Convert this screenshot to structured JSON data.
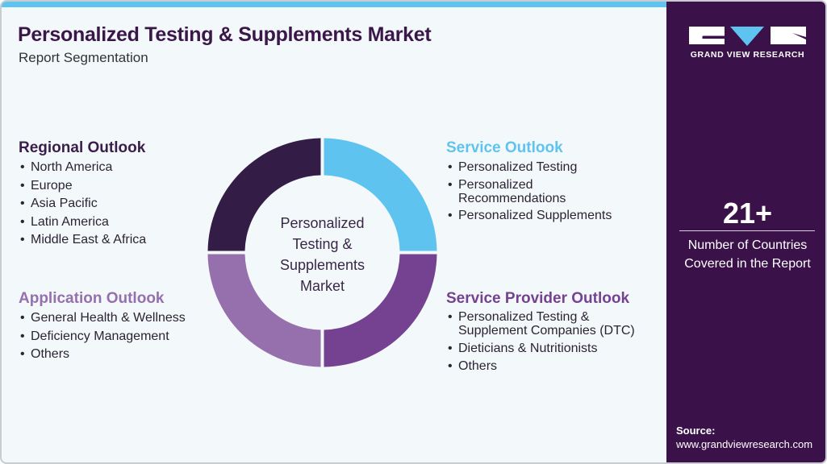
{
  "header": {
    "title": "Personalized Testing & Supplements Market",
    "subtitle": "Report Segmentation"
  },
  "brand": {
    "name": "GRAND VIEW RESEARCH",
    "logo_icon": "gvr-logo-icon",
    "colors": {
      "primary": "#3a1249",
      "accent": "#5ec4ef",
      "background": "#f3f8fb"
    }
  },
  "stat": {
    "value": "21+",
    "label_line1": "Number of Countries",
    "label_line2": "Covered in the Report"
  },
  "source": {
    "label": "Source:",
    "url": "www.grandviewresearch.com"
  },
  "center": {
    "line1": "Personalized",
    "line2": "Testing &",
    "line3": "Supplements",
    "line4": "Market"
  },
  "segments": {
    "regional": {
      "title": "Regional Outlook",
      "color": "#3a1e4a",
      "items": [
        "North America",
        "Europe",
        "Asia Pacific",
        "Latin America",
        "Middle East & Africa"
      ]
    },
    "application": {
      "title": "Application Outlook",
      "color": "#9570ad",
      "items": [
        "General Health & Wellness",
        "Deficiency Management",
        "Others"
      ]
    },
    "service": {
      "title": "Service Outlook",
      "color": "#5ec4ef",
      "items": [
        "Personalized Testing",
        "Personalized\nRecommendations",
        "Personalized Supplements"
      ]
    },
    "service_provider": {
      "title": "Service Provider Outlook",
      "color": "#744291",
      "items": [
        "Personalized Testing &\nSupplement Companies (DTC)",
        "Dieticians & Nutritionists",
        "Others"
      ]
    }
  },
  "chart_data": {
    "type": "pie",
    "title": "Personalized Testing & Supplements Market",
    "categories": [
      "Service Outlook",
      "Service Provider Outlook",
      "Application Outlook",
      "Regional Outlook"
    ],
    "values": [
      25,
      25,
      25,
      25
    ],
    "colors": [
      "#5ec4ef",
      "#744291",
      "#9570ad",
      "#331d47"
    ],
    "donut": true
  }
}
